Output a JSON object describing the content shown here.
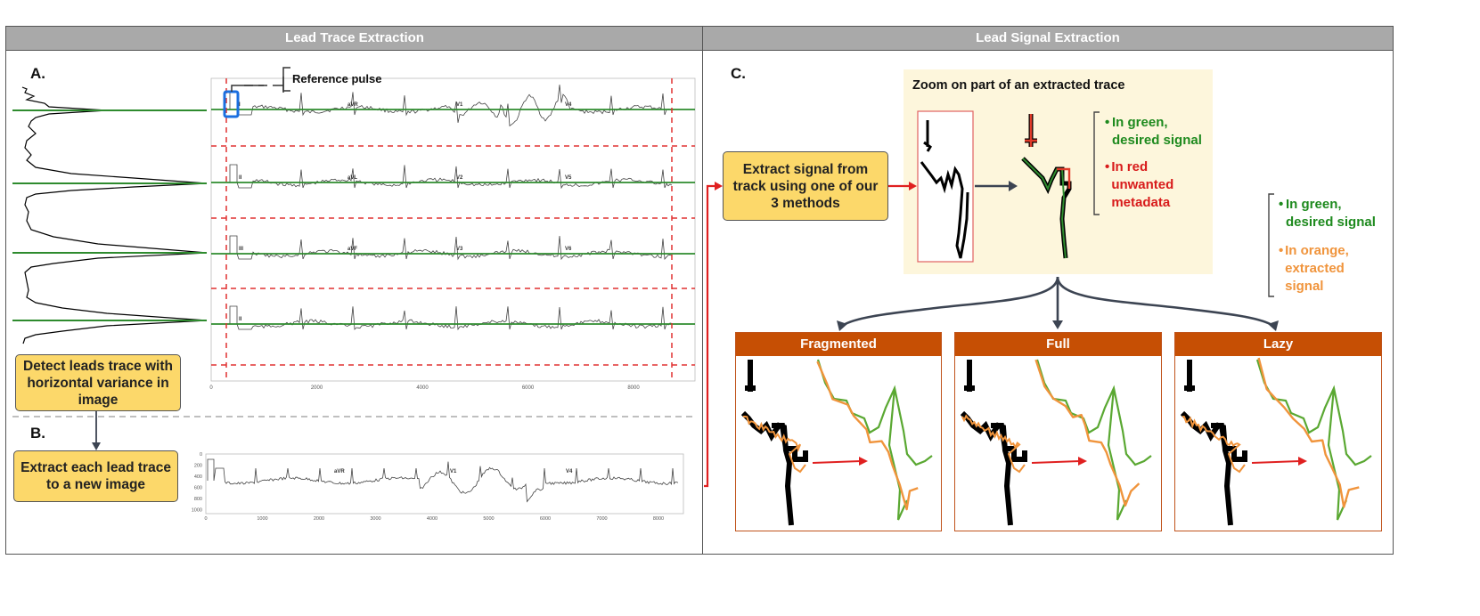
{
  "panels": {
    "left_title": "Lead Trace Extraction",
    "right_title": "Lead Signal Extraction"
  },
  "labels": {
    "a": "A.",
    "b": "B.",
    "c": "C."
  },
  "annotations": {
    "reference_pulse": "Reference pulse"
  },
  "boxes": {
    "detect": "Detect leads trace with horizontal variance in image",
    "extract_trace": "Extract each lead trace to a new image",
    "extract_signal": "Extract signal from track using one of our 3 methods"
  },
  "zoom": {
    "title": "Zoom on part of an extracted trace",
    "legend": [
      {
        "text": "In green, desired signal",
        "color": "#1e8a1e"
      },
      {
        "text": "In red unwanted metadata",
        "color": "#d81b1b"
      }
    ]
  },
  "right_legend": [
    {
      "text": "In green, desired signal",
      "color": "#1e8a1e"
    },
    {
      "text": "In orange, extracted signal",
      "color": "#f0943c"
    }
  ],
  "methods": [
    {
      "name": "Fragmented"
    },
    {
      "name": "Full"
    },
    {
      "name": "Lazy"
    }
  ],
  "ecg_lead_labels": {
    "row1": [
      "I",
      "aVR",
      "V1",
      "V4"
    ],
    "row2": [
      "II",
      "aVL",
      "V2",
      "V5"
    ],
    "row3": [
      "III",
      "aVF",
      "V3",
      "V6"
    ],
    "row4": [
      "II"
    ]
  },
  "ecg_x_ticks": [
    "0",
    "2000",
    "4000",
    "6000",
    "8000"
  ],
  "lead_x_ticks": [
    "0",
    "1000",
    "2000",
    "3000",
    "4000",
    "5000",
    "6000",
    "7000",
    "8000"
  ],
  "lead_y_ticks": [
    "0",
    "200",
    "400",
    "600",
    "800",
    "1000"
  ],
  "lead_labels": [
    "aVR",
    "V1",
    "V4"
  ],
  "colors": {
    "header_gray": "#a9a9a9",
    "yellow_box": "#fcd86a",
    "method_orange": "#c64f04",
    "zoom_bg": "#fdf6dc",
    "green": "#2e8b2e",
    "red_dash": "#e03030",
    "blue_ref": "#1a6fe0"
  }
}
